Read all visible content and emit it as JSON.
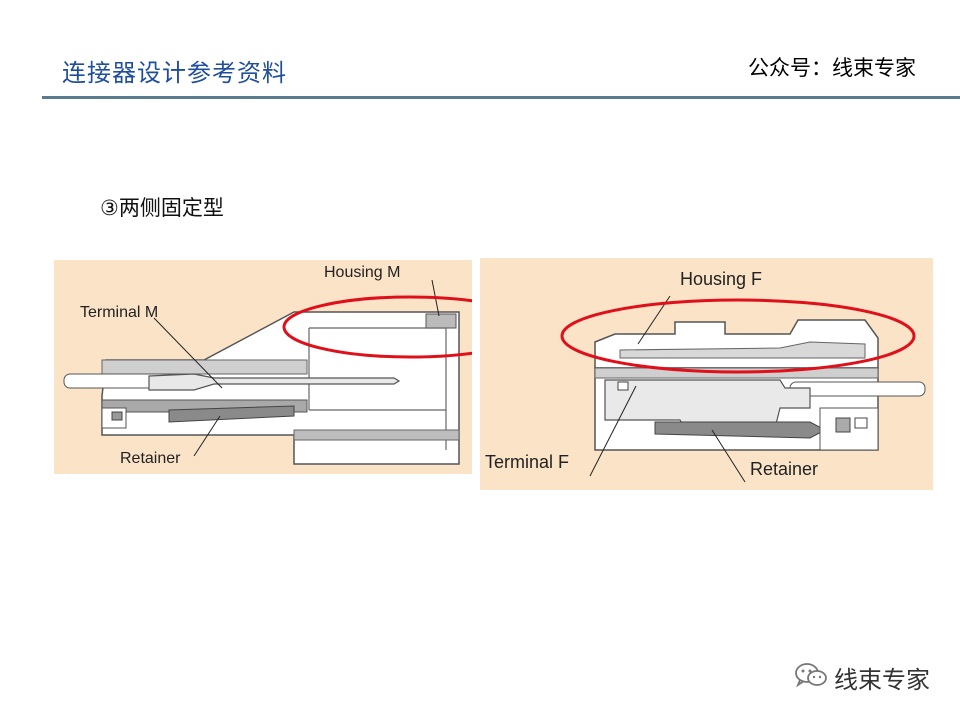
{
  "header": {
    "title": "连接器设计参考资料",
    "account": "公众号：线束专家"
  },
  "section": {
    "heading": "③两侧固定型"
  },
  "left_panel": {
    "housing_label": "Housing M",
    "terminal_label": "Terminal M",
    "retainer_label": "Retainer"
  },
  "right_panel": {
    "housing_label": "Housing F",
    "terminal_label": "Terminal F",
    "retainer_label": "Retainer"
  },
  "watermark": {
    "text": "线束专家",
    "icon": "wechat-icon"
  },
  "colors": {
    "title_blue": "#1f4e9c",
    "rule": "#5d7b8f",
    "panel_bg": "#fbe3c8",
    "highlight_ring": "#e0101a"
  }
}
